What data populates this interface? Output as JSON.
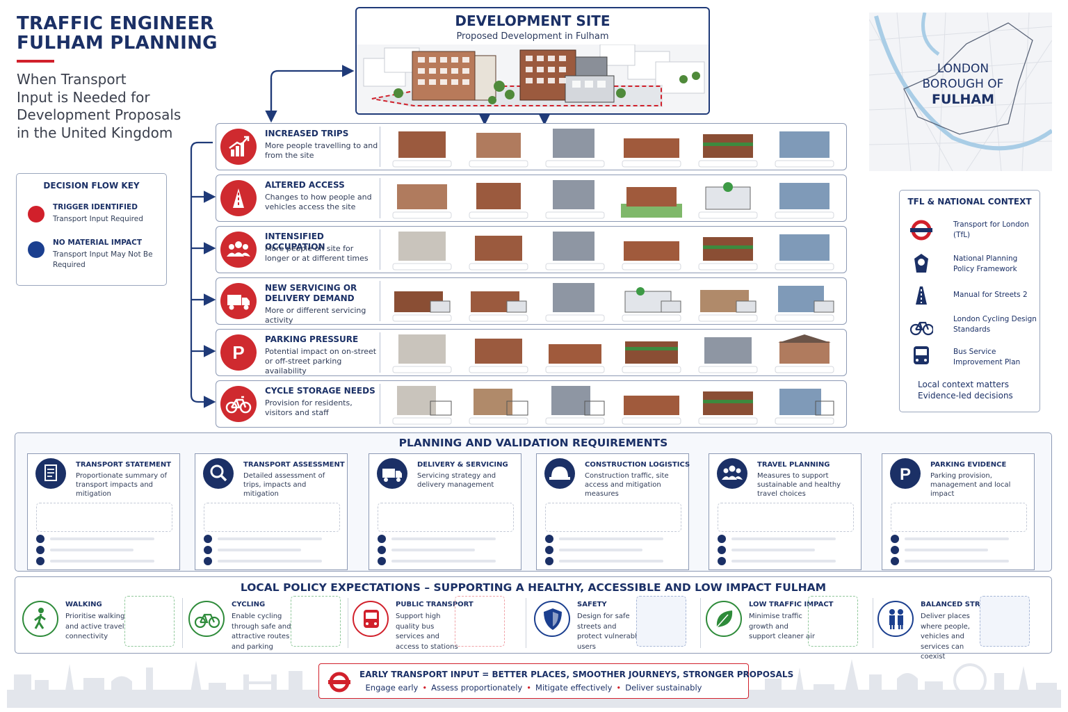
{
  "header": {
    "title_line1": "TRAFFIC ENGINEER",
    "title_line2": "FULHAM PLANNING",
    "subtitle_lines": [
      "When Transport",
      "Input is Needed for",
      "Development Proposals",
      "in the United Kingdom"
    ]
  },
  "key": {
    "title": "DECISION FLOW KEY",
    "items": [
      {
        "label": "TRIGGER IDENTIFIED",
        "desc": "Transport Input Required",
        "color": "#d1202b"
      },
      {
        "label": "NO MATERIAL IMPACT",
        "desc": "Transport Input May Not Be Required",
        "color": "#1b3f8f"
      }
    ]
  },
  "development_site": {
    "title": "DEVELOPMENT SITE",
    "subtitle": "Proposed Development in Fulham"
  },
  "map": {
    "line1": "LONDON",
    "line2": "BOROUGH OF",
    "line3": "FULHAM"
  },
  "triggers": [
    {
      "name": "INCREASED TRIPS",
      "desc": "More people travelling to and from the site",
      "icon": "chart-up-icon"
    },
    {
      "name": "ALTERED ACCESS",
      "desc": "Changes to how people and vehicles access the site",
      "icon": "road-icon"
    },
    {
      "name": "INTENSIFIED OCCUPATION",
      "desc": "More people on site for longer or at different times",
      "icon": "people-group-icon"
    },
    {
      "name": "NEW SERVICING OR DELIVERY DEMAND",
      "desc": "More or different servicing activity",
      "icon": "truck-icon"
    },
    {
      "name": "PARKING PRESSURE",
      "desc": "Potential impact on on-street or off-street parking availability",
      "icon": "parking-icon"
    },
    {
      "name": "CYCLE STORAGE NEEDS",
      "desc": "Provision for residents, visitors and staff",
      "icon": "bicycle-icon"
    }
  ],
  "context": {
    "title": "TFL & NATIONAL CONTEXT",
    "items": [
      {
        "label": "Transport for London (TfL)",
        "icon": "tfl-roundel-icon"
      },
      {
        "label": "National Planning Policy Framework",
        "icon": "royal-crest-icon"
      },
      {
        "label": "Manual for Streets 2",
        "icon": "road-icon"
      },
      {
        "label": "London Cycling Design Standards",
        "icon": "bicycle-icon"
      },
      {
        "label": "Bus Service Improvement Plan",
        "icon": "bus-icon"
      }
    ],
    "footer_line1": "Local context matters",
    "footer_line2": "Evidence-led decisions"
  },
  "planning": {
    "title": "PLANNING AND VALIDATION REQUIREMENTS",
    "cards": [
      {
        "name": "TRANSPORT STATEMENT",
        "desc": "Proportionate summary of transport impacts and mitigation",
        "icon": "document-icon"
      },
      {
        "name": "TRANSPORT ASSESSMENT",
        "desc": "Detailed assessment of trips, impacts and mitigation",
        "icon": "magnifier-icon"
      },
      {
        "name": "DELIVERY & SERVICING",
        "desc": "Servicing strategy and delivery management",
        "icon": "truck-icon"
      },
      {
        "name": "CONSTRUCTION LOGISTICS",
        "desc": "Construction traffic, site access and mitigation measures",
        "icon": "hard-hat-icon"
      },
      {
        "name": "TRAVEL PLANNING",
        "desc": "Measures to support sustainable and healthy travel choices",
        "icon": "people-group-icon"
      },
      {
        "name": "PARKING EVIDENCE",
        "desc": "Parking provision, management and local impact",
        "icon": "parking-icon"
      }
    ]
  },
  "policy": {
    "title": "LOCAL POLICY EXPECTATIONS – SUPPORTING A HEALTHY, ACCESSIBLE AND LOW IMPACT FULHAM",
    "items": [
      {
        "name": "WALKING",
        "desc": "Prioritise walking and active travel connectivity",
        "icon": "walking-person-icon",
        "color": "#2e8b3a"
      },
      {
        "name": "CYCLING",
        "desc": "Enable cycling through safe and attractive routes and parking",
        "icon": "bicycle-icon",
        "color": "#2e8b3a"
      },
      {
        "name": "PUBLIC TRANSPORT",
        "desc": "Support high quality bus services and access to stations",
        "icon": "bus-icon",
        "color": "#d1202b"
      },
      {
        "name": "SAFETY",
        "desc": "Design for safe streets and protect vulnerable users",
        "icon": "shield-icon",
        "color": "#1b3f8f"
      },
      {
        "name": "LOW TRAFFIC IMPACT",
        "desc": "Minimise traffic growth and support cleaner air",
        "icon": "leaf-icon",
        "color": "#2e8b3a"
      },
      {
        "name": "BALANCED STREET USE",
        "desc": "Deliver places where people, vehicles and services can coexist",
        "icon": "people-pair-icon",
        "color": "#1b3f8f"
      }
    ]
  },
  "footer": {
    "headline": "EARLY TRANSPORT INPUT = BETTER PLACES, SMOOTHER JOURNEYS, STRONGER PROPOSALS",
    "points": [
      "Engage early",
      "Assess proportionately",
      "Mitigate effectively",
      "Deliver sustainably"
    ]
  },
  "colors": {
    "navy": "#1b3066",
    "red": "#d1202b",
    "green": "#2e8b3a",
    "blue": "#1b3f8f"
  }
}
